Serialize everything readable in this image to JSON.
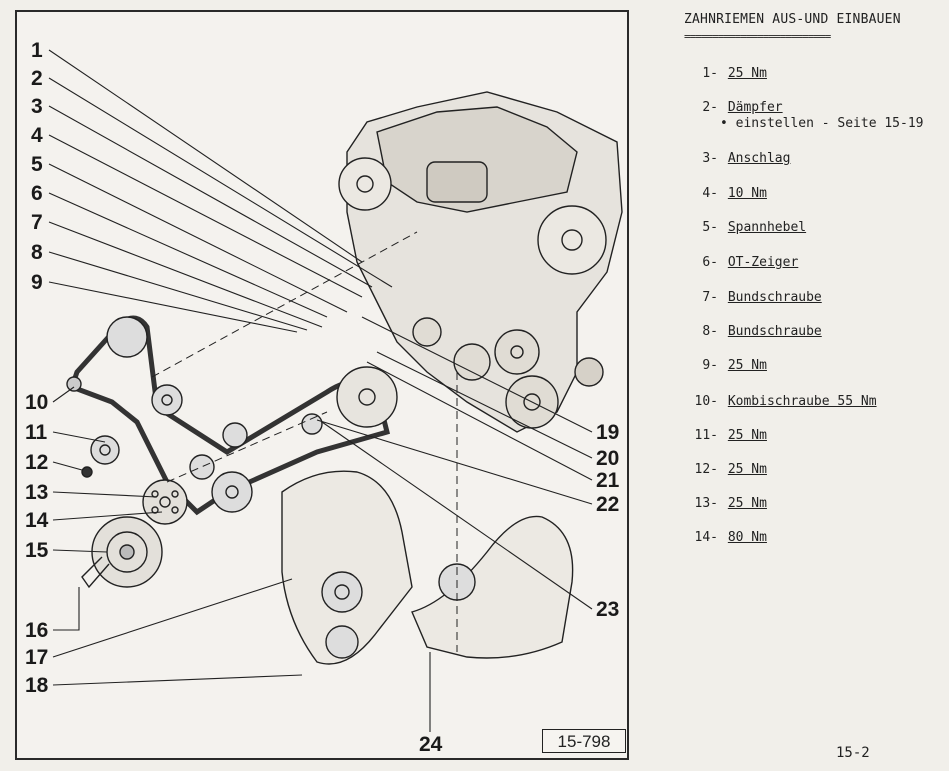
{
  "figure": {
    "number": "15-798",
    "callouts": [
      "1",
      "2",
      "3",
      "4",
      "5",
      "6",
      "7",
      "8",
      "9",
      "10",
      "11",
      "12",
      "13",
      "14",
      "15",
      "16",
      "17",
      "18",
      "19",
      "20",
      "21",
      "22",
      "23",
      "24"
    ]
  },
  "legend": {
    "title": "ZAHNRIEMEN AUS-UND EINBAUEN",
    "underline": "==========================",
    "items": [
      {
        "num": "1-",
        "label": "25 Nm"
      },
      {
        "num": "2-",
        "label": "Dämpfer",
        "sub": "• einstellen - Seite 15-19"
      },
      {
        "num": "3-",
        "label": "Anschlag"
      },
      {
        "num": "4-",
        "label": "10 Nm"
      },
      {
        "num": "5-",
        "label": "Spannhebel"
      },
      {
        "num": "6-",
        "label": "OT-Zeiger"
      },
      {
        "num": "7-",
        "label": "Bundschraube"
      },
      {
        "num": "8-",
        "label": "Bundschraube"
      },
      {
        "num": "9-",
        "label": "25 Nm"
      },
      {
        "num": "10-",
        "label": "Kombischraube 55 Nm"
      },
      {
        "num": "11-",
        "label": "25 Nm"
      },
      {
        "num": "12-",
        "label": "25 Nm"
      },
      {
        "num": "13-",
        "label": "25 Nm"
      },
      {
        "num": "14-",
        "label": "80 Nm"
      }
    ]
  },
  "page_number": "15-2"
}
